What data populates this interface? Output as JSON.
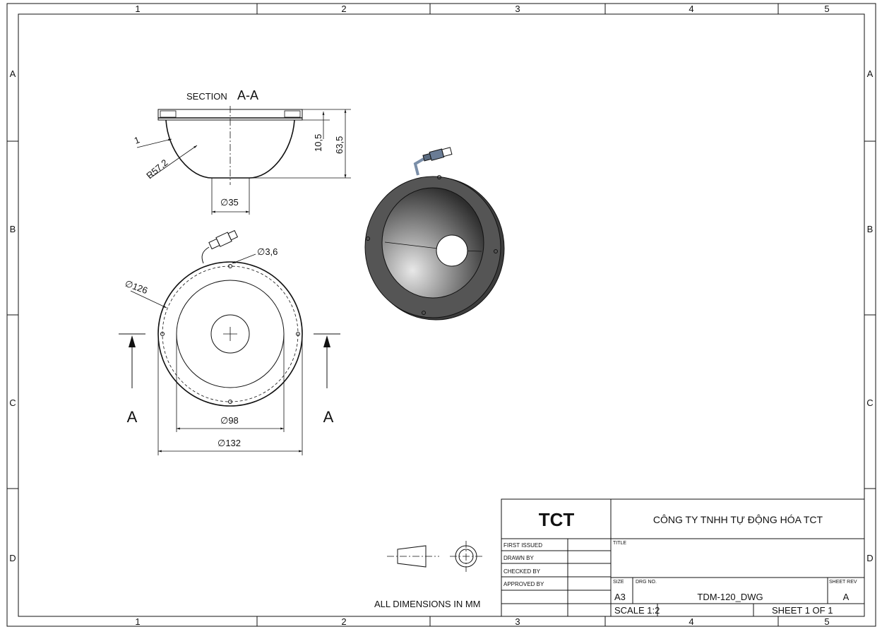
{
  "sheet": {
    "zones_columns": [
      "1",
      "2",
      "3",
      "4",
      "5"
    ],
    "zones_rows": [
      "A",
      "B",
      "C",
      "D"
    ]
  },
  "views": {
    "section_title_prefix": "SECTION",
    "section_title_name": "A-A",
    "section_marker": "A",
    "dims": {
      "thickness": "1",
      "radius": "R57,2",
      "bottom_dia": "∅35",
      "flange_height": "10,5",
      "total_height": "63,5",
      "hole_dia": "∅3,6",
      "bolt_circle_dia": "∅126",
      "inner_dia": "∅98",
      "outer_dia": "∅132"
    }
  },
  "notes": {
    "units": "ALL DIMENSIONS IN MM"
  },
  "title_block": {
    "logo": "TCT",
    "company": "CÔNG TY TNHH TỰ ĐỘNG HÓA TCT",
    "first_issued": "FIRST ISSUED",
    "drawn_by": "DRAWN BY",
    "checked_by": "CHECKED BY",
    "approved_by": "APPROVED BY",
    "title_label": "TITLE",
    "size_label": "SIZE",
    "size": "A3",
    "drg_no_label": "DRG NO.",
    "drg_no": "TDM-120_DWG",
    "rev_label": "SHEET REV",
    "rev": "A",
    "scale": "SCALE 1:2",
    "sheet": "SHEET 1 OF 1"
  }
}
